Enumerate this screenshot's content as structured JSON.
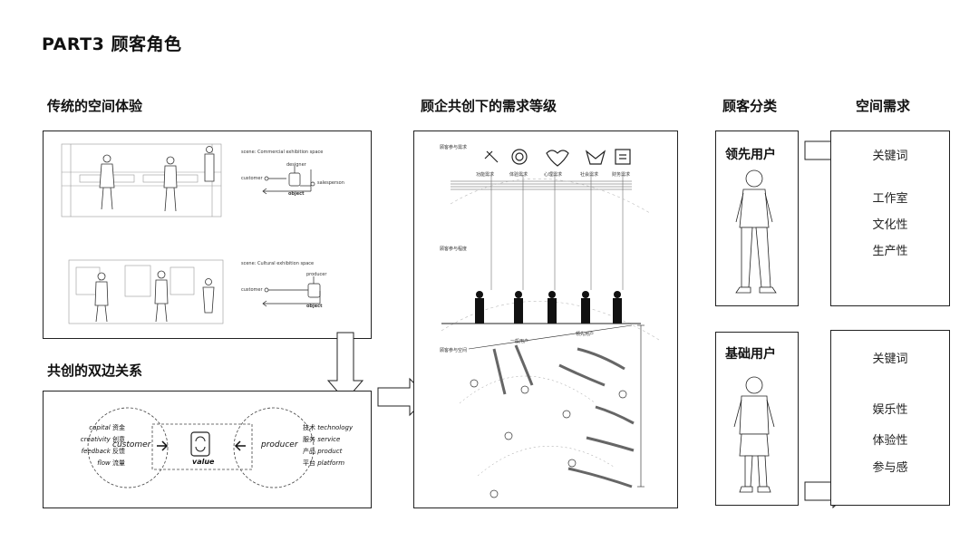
{
  "page_title": "PART3 顾客角色",
  "sections": {
    "traditional": "传统的空间体验",
    "cocreation_relation": "共创的双边关系",
    "needs_levels": "顾企共创下的需求等级",
    "customer_types": "顾客分类",
    "space_needs": "空间需求"
  },
  "scene1": {
    "label": "scene: Commercial exhibition space",
    "designer": "designer",
    "customer": "customer",
    "object": "object",
    "salesperson": "salesperson"
  },
  "scene2": {
    "label": "scene: Cultural exhibition space",
    "producer": "producer",
    "customer": "customer",
    "object": "object"
  },
  "cocreation": {
    "left_items": [
      {
        "en": "capital",
        "zh": "资金"
      },
      {
        "en": "creativity",
        "zh": "创意"
      },
      {
        "en": "feedback",
        "zh": "反馈"
      },
      {
        "en": "flow",
        "zh": "流量"
      }
    ],
    "right_items": [
      {
        "zh": "技术",
        "en": "technology"
      },
      {
        "zh": "服务",
        "en": "service"
      },
      {
        "zh": "产品",
        "en": "product"
      },
      {
        "zh": "平台",
        "en": "platform"
      }
    ],
    "customer": "customer",
    "producer": "producer",
    "value": "value"
  },
  "needs_diagram": {
    "row1_label": "顾客参与需求",
    "row2_label": "顾客参与程度",
    "row3_label": "顾客参与空间",
    "needs": [
      "功能需求",
      "体验需求",
      "心理需求",
      "社会需求",
      "财务需求"
    ],
    "space_labels": [
      "一般用户",
      "领先用户"
    ]
  },
  "users": {
    "lead": {
      "label": "领先用户",
      "keyword_title": "关键词",
      "keywords": [
        "工作室",
        "文化性",
        "生产性"
      ]
    },
    "basic": {
      "label": "基础用户",
      "keyword_title": "关键词",
      "keywords": [
        "娱乐性",
        "体验性",
        "参与感"
      ]
    }
  }
}
